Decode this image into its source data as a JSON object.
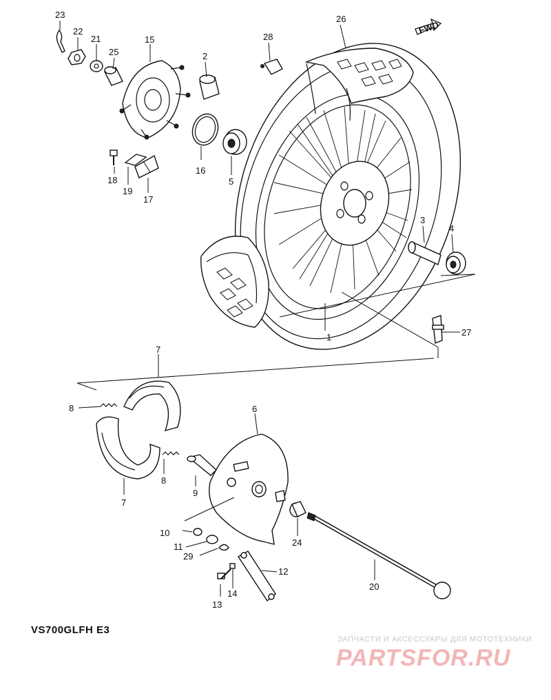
{
  "diagram": {
    "model_code": "VS700GLFH E3",
    "direction_arrow": "FWD",
    "watermark": {
      "caption": "ЗАПЧАСТИ И АКСЕССУАРЫ ДЛЯ МОТОТЕХНИКИ",
      "logo": "PARTSFOR.RU"
    },
    "callouts": [
      {
        "id": "c1",
        "text": "1"
      },
      {
        "id": "c2",
        "text": "2"
      },
      {
        "id": "c3",
        "text": "3"
      },
      {
        "id": "c4",
        "text": "4"
      },
      {
        "id": "c5",
        "text": "5"
      },
      {
        "id": "c6",
        "text": "6"
      },
      {
        "id": "c7a",
        "text": "7"
      },
      {
        "id": "c7b",
        "text": "7"
      },
      {
        "id": "c8a",
        "text": "8"
      },
      {
        "id": "c8b",
        "text": "8"
      },
      {
        "id": "c9",
        "text": "9"
      },
      {
        "id": "c10",
        "text": "10"
      },
      {
        "id": "c11",
        "text": "11"
      },
      {
        "id": "c12",
        "text": "12"
      },
      {
        "id": "c13",
        "text": "13"
      },
      {
        "id": "c14",
        "text": "14"
      },
      {
        "id": "c15",
        "text": "15"
      },
      {
        "id": "c16",
        "text": "16"
      },
      {
        "id": "c17",
        "text": "17"
      },
      {
        "id": "c18",
        "text": "18"
      },
      {
        "id": "c19",
        "text": "19"
      },
      {
        "id": "c20",
        "text": "20"
      },
      {
        "id": "c21",
        "text": "21"
      },
      {
        "id": "c22",
        "text": "22"
      },
      {
        "id": "c23",
        "text": "23"
      },
      {
        "id": "c24",
        "text": "24"
      },
      {
        "id": "c25",
        "text": "25"
      },
      {
        "id": "c26",
        "text": "26"
      },
      {
        "id": "c27",
        "text": "27"
      },
      {
        "id": "c28",
        "text": "28"
      },
      {
        "id": "c29",
        "text": "29"
      }
    ]
  }
}
